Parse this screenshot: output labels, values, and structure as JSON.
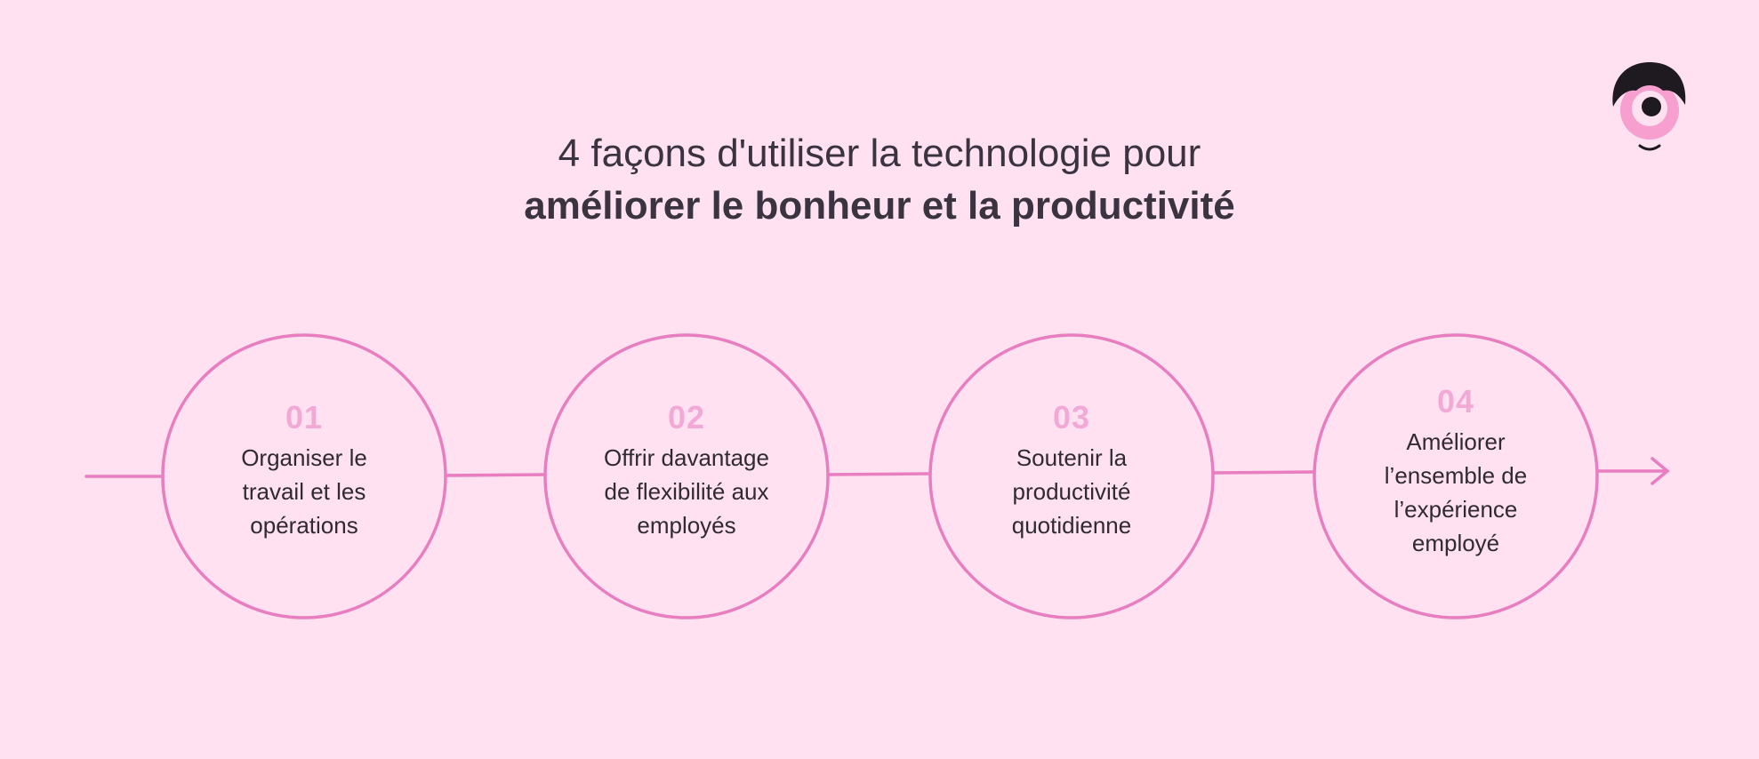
{
  "title": {
    "line1": "4 façons d'utiliser la technologie pour",
    "line2": "améliorer le bonheur et la productivité"
  },
  "steps": [
    {
      "number": "01",
      "text": [
        "Organiser le",
        "travail et les",
        "opérations"
      ]
    },
    {
      "number": "02",
      "text": [
        "Offrir davantage",
        "de flexibilité aux",
        "employés"
      ]
    },
    {
      "number": "03",
      "text": [
        "Soutenir la",
        "productivité",
        "quotidienne"
      ]
    },
    {
      "number": "04",
      "text": [
        "Améliorer",
        "l’ensemble de",
        "l’expérience",
        "employé"
      ]
    }
  ],
  "colors": {
    "background": "#ffe1f1",
    "line": "#e87dbf",
    "number": "#f2a9d6",
    "text": "#2f2a33"
  },
  "logo": {
    "icon": "mascot-eye-icon"
  }
}
